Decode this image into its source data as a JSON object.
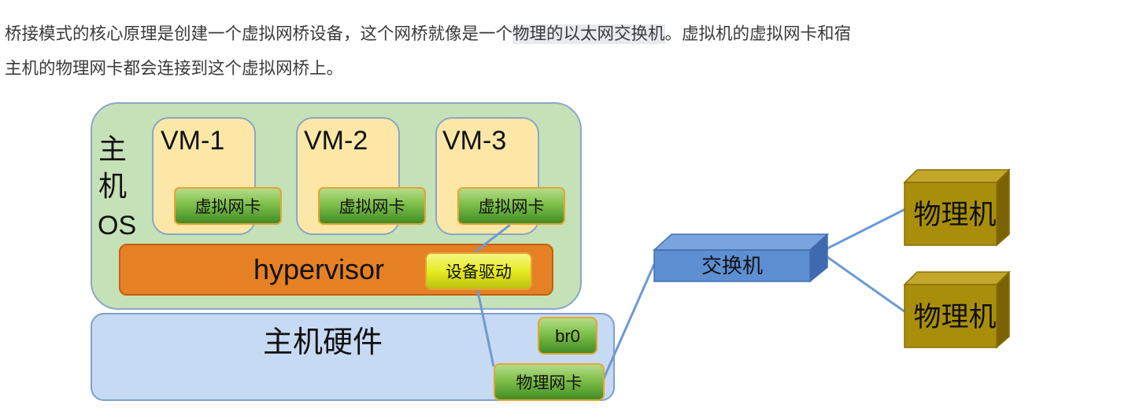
{
  "paragraph": {
    "line1_before": "桥接模式的核心原理是创建一个虚拟网桥设备，这个网桥就像是一个",
    "line1_highlight": "物理的以太网交换机",
    "line1_after": "。虚拟机的虚拟网卡和宿",
    "line2": "主机的物理网卡都会连接到这个虚拟网桥上。"
  },
  "diagram": {
    "host_os_label": [
      "主",
      "机",
      "OS"
    ],
    "vms": [
      {
        "name": "VM-1",
        "nic": "虚拟网卡"
      },
      {
        "name": "VM-2",
        "nic": "虚拟网卡"
      },
      {
        "name": "VM-3",
        "nic": "虚拟网卡"
      }
    ],
    "hypervisor": "hypervisor",
    "device_driver": "设备驱动",
    "host_hardware": "主机硬件",
    "bridge": "br0",
    "physical_nic": "物理网卡",
    "switch": "交换机",
    "physical_machines": [
      "物理机",
      "物理机"
    ],
    "colors": {
      "host_os_fill": "#c5e1b7",
      "vm_fill": "#fde7a7",
      "hypervisor_fill": "#e58025",
      "driver_fill": "#e7ec2a",
      "hardware_fill": "#c6daf3",
      "nic_fill": "#66a83c",
      "switch_fill": "#5e8fd3",
      "machine_fill": "#a88e0b",
      "link": "#6d9ad3"
    }
  }
}
